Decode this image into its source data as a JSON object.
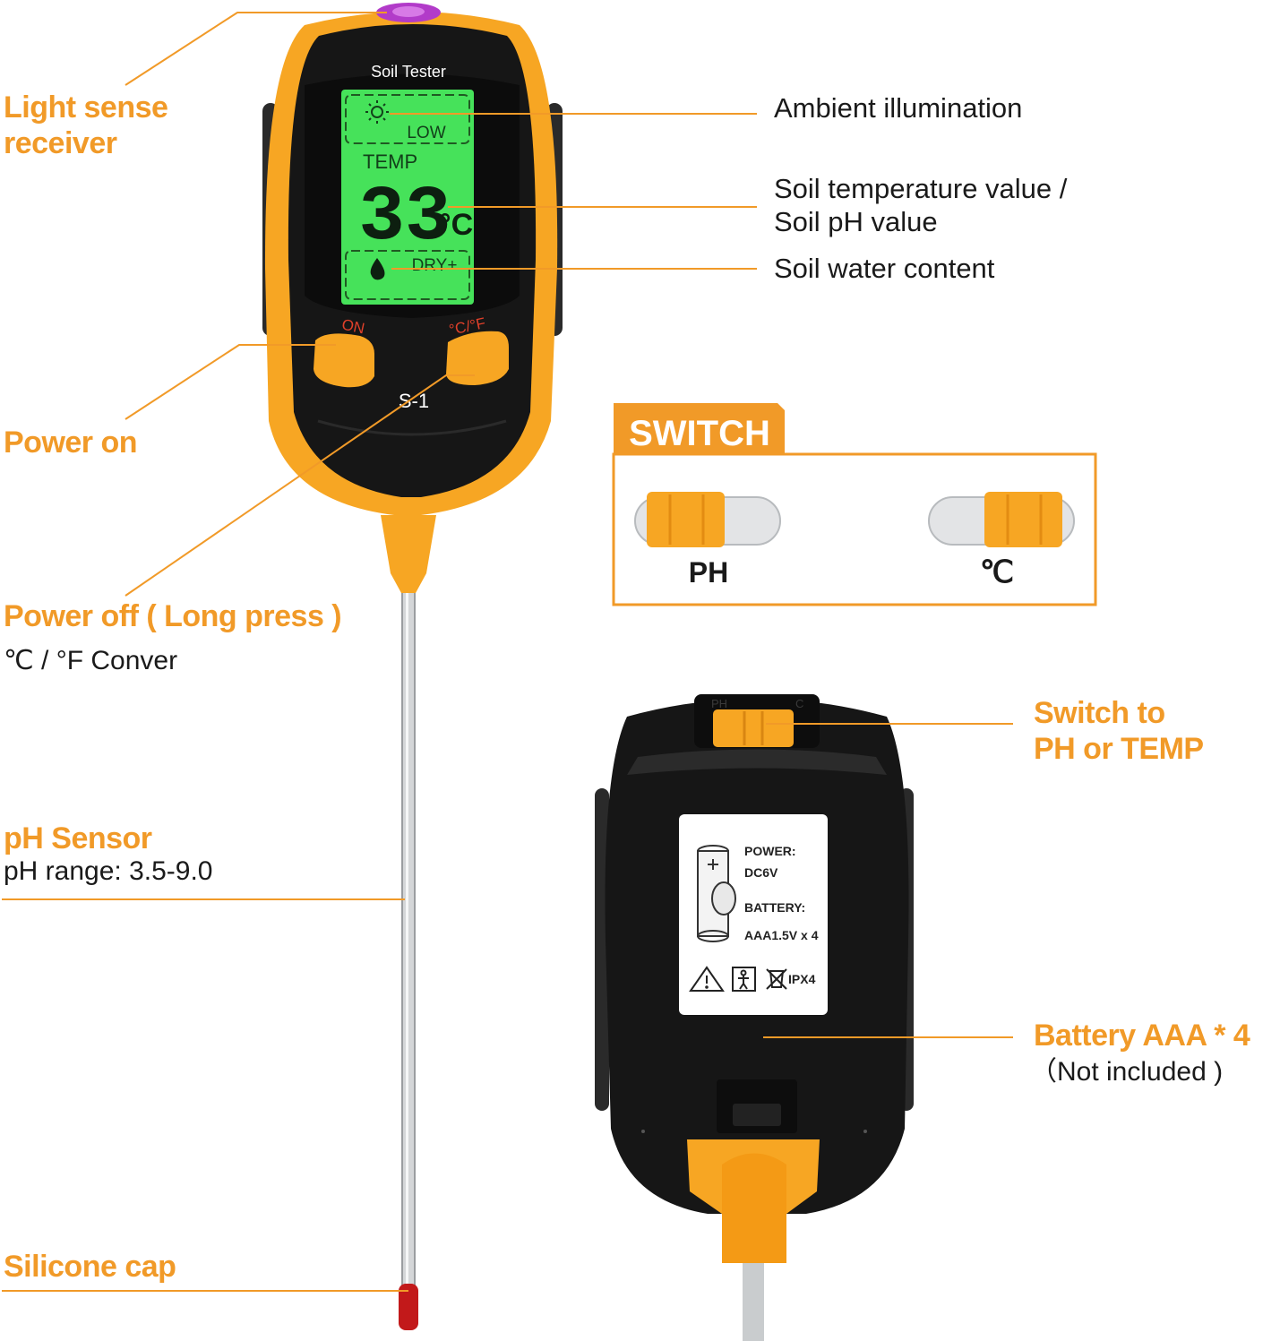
{
  "front": {
    "brand": "Soil Tester",
    "lcd": {
      "low": "LOW",
      "temp": "TEMP",
      "value": "33",
      "unit": "°C",
      "dry": "DRY+"
    },
    "btn_on": "ON",
    "btn_unit": "°C/°F",
    "model": "S-1"
  },
  "labels": {
    "light_sense": [
      "Light sense",
      "receiver"
    ],
    "power_on": "Power on",
    "power_off": "Power off ( Long press )",
    "unit_convert": "℃ / °F Conver",
    "ph_sensor": "pH Sensor",
    "ph_range": "pH range: 3.5-9.0",
    "silicone_cap": "Silicone cap",
    "ambient": "Ambient illumination",
    "soil_temp": [
      "Soil temperature value /",
      "Soil pH value"
    ],
    "soil_water": "Soil water content",
    "switch_to": [
      "Switch to",
      "PH or TEMP"
    ],
    "battery": "Battery AAA * 4",
    "battery_note": "（Not included )"
  },
  "switch_panel": {
    "title": "SWITCH",
    "left": "PH",
    "right": "℃"
  },
  "back": {
    "power_label": "POWER:",
    "power_value": "DC6V",
    "battery_label": "BATTERY:",
    "battery_value": "AAA1.5V x 4",
    "ipx": "IPX4",
    "slot_left": "PH",
    "slot_right": "C"
  },
  "colors": {
    "accent": "#f19a28",
    "device_orange": "#f7a623",
    "device_body": "#161616",
    "lcd_green": "#46e25a",
    "text_dark": "#1a1a1a"
  }
}
